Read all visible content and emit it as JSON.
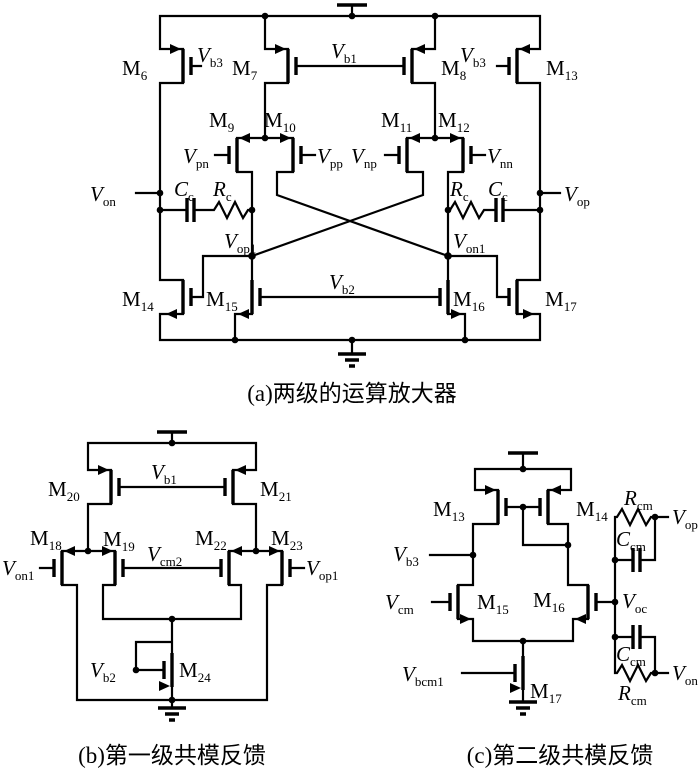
{
  "colors": {
    "ink": "#000000",
    "background": "#ffffff"
  },
  "panels": {
    "a": {
      "caption": "(a)两级的运算放大器",
      "transistors": {
        "m6": {
          "main": "M",
          "sub": "6"
        },
        "m7": {
          "main": "M",
          "sub": "7"
        },
        "m8": {
          "main": "M",
          "sub": "8"
        },
        "m9": {
          "main": "M",
          "sub": "9"
        },
        "m10": {
          "main": "M",
          "sub": "10"
        },
        "m11": {
          "main": "M",
          "sub": "11"
        },
        "m12": {
          "main": "M",
          "sub": "12"
        },
        "m13": {
          "main": "M",
          "sub": "13"
        },
        "m14": {
          "main": "M",
          "sub": "14"
        },
        "m15": {
          "main": "M",
          "sub": "15"
        },
        "m16": {
          "main": "M",
          "sub": "16"
        },
        "m17": {
          "main": "M",
          "sub": "17"
        }
      },
      "nets": {
        "vb3_left": {
          "main": "V",
          "sub": "b3"
        },
        "vb1": {
          "main": "V",
          "sub": "b1"
        },
        "vb3_right": {
          "main": "V",
          "sub": "b3"
        },
        "vpn": {
          "main": "V",
          "sub": "pn"
        },
        "vpp": {
          "main": "V",
          "sub": "pp"
        },
        "vnp": {
          "main": "V",
          "sub": "np"
        },
        "vnn": {
          "main": "V",
          "sub": "nn"
        },
        "von": {
          "main": "V",
          "sub": "on"
        },
        "vop": {
          "main": "V",
          "sub": "op"
        },
        "vop1": {
          "main": "V",
          "sub": "op1"
        },
        "von1": {
          "main": "V",
          "sub": "on1"
        },
        "vb2": {
          "main": "V",
          "sub": "b2"
        }
      },
      "passives": {
        "cc_left": {
          "main": "C",
          "sub": "c"
        },
        "rc_left": {
          "main": "R",
          "sub": "c"
        },
        "rc_right": {
          "main": "R",
          "sub": "c"
        },
        "cc_right": {
          "main": "C",
          "sub": "c"
        }
      }
    },
    "b": {
      "caption": "(b)第一级共模反馈",
      "transistors": {
        "m18": {
          "main": "M",
          "sub": "18"
        },
        "m19": {
          "main": "M",
          "sub": "19"
        },
        "m20": {
          "main": "M",
          "sub": "20"
        },
        "m21": {
          "main": "M",
          "sub": "21"
        },
        "m22": {
          "main": "M",
          "sub": "22"
        },
        "m23": {
          "main": "M",
          "sub": "23"
        },
        "m24": {
          "main": "M",
          "sub": "24"
        }
      },
      "nets": {
        "vb1": {
          "main": "V",
          "sub": "b1"
        },
        "vcm2": {
          "main": "V",
          "sub": "cm2"
        },
        "von1": {
          "main": "V",
          "sub": "on1"
        },
        "vop1": {
          "main": "V",
          "sub": "op1"
        },
        "vb2": {
          "main": "V",
          "sub": "b2"
        }
      }
    },
    "c": {
      "caption": "(c)第二级共模反馈",
      "transistors": {
        "m13": {
          "main": "M",
          "sub": "13"
        },
        "m14": {
          "main": "M",
          "sub": "14"
        },
        "m15": {
          "main": "M",
          "sub": "15"
        },
        "m16": {
          "main": "M",
          "sub": "16"
        },
        "m17": {
          "main": "M",
          "sub": "17"
        }
      },
      "nets": {
        "vb3": {
          "main": "V",
          "sub": "b3"
        },
        "vcm": {
          "main": "V",
          "sub": "cm"
        },
        "voc": {
          "main": "V",
          "sub": "oc"
        },
        "vbcm1": {
          "main": "V",
          "sub": "bcm1"
        },
        "vop": {
          "main": "V",
          "sub": "op"
        },
        "von": {
          "main": "V",
          "sub": "on"
        }
      },
      "passives": {
        "rcm_top": {
          "main": "R",
          "sub": "cm"
        },
        "ccm_top": {
          "main": "C",
          "sub": "cm"
        },
        "ccm_bottom": {
          "main": "C",
          "sub": "cm"
        },
        "rcm_bottom": {
          "main": "R",
          "sub": "cm"
        }
      }
    }
  }
}
